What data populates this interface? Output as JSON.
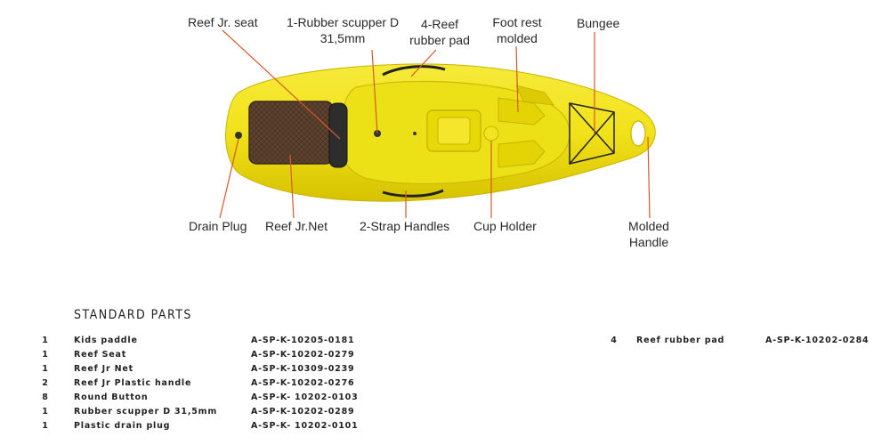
{
  "callouts": {
    "reef_jr_seat": "Reef Jr. seat",
    "rubber_scupper_1": "1-Rubber scupper D",
    "rubber_scupper_2": "31,5mm",
    "reef_pad_1": "4-Reef",
    "reef_pad_2": "rubber pad",
    "foot_rest_1": "Foot rest",
    "foot_rest_2": "molded",
    "bungee": "Bungee",
    "drain_plug": "Drain Plug",
    "reef_jr_net": "Reef Jr.Net",
    "strap_handles": "2-Strap Handles",
    "cup_holder": "Cup Holder",
    "molded_handle_1": "Molded",
    "molded_handle_2": "Handle"
  },
  "parts": {
    "title": "STANDARD PARTS",
    "rows": [
      {
        "qty": "1",
        "name": "Kids paddle",
        "code": "A-SP-K-10205-0181"
      },
      {
        "qty": "1",
        "name": "Reef Seat",
        "code": "A-SP-K-10202-0279"
      },
      {
        "qty": "1",
        "name": "Reef Jr Net",
        "code": "A-SP-K-10309-0239"
      },
      {
        "qty": "2",
        "name": "Reef Jr Plastic handle",
        "code": "A-SP-K-10202-0276"
      },
      {
        "qty": "8",
        "name": "Round Button",
        "code": "A-SP-K- 10202-0103"
      },
      {
        "qty": "1",
        "name": "Rubber scupper D 31,5mm",
        "code": "A-SP-K-10202-0289"
      },
      {
        "qty": "1",
        "name": "Plastic drain plug",
        "code": "A-SP-K- 10202-0101"
      }
    ],
    "side_row": {
      "qty": "4",
      "name": "Reef rubber pad",
      "code": "A-SP-K-10202-0284"
    }
  },
  "colors": {
    "hull": "#f2e21a",
    "hull_shadow": "#d9c400",
    "leader": "#d9562a",
    "seat": "#5a3f2c"
  }
}
